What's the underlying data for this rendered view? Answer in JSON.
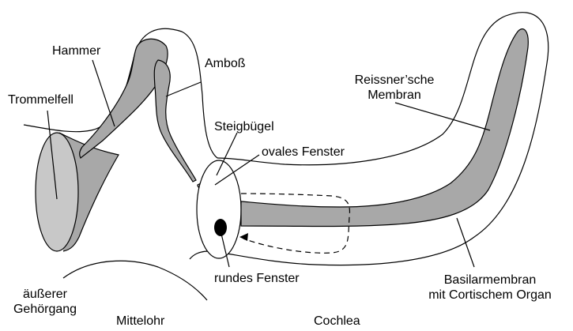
{
  "labels": {
    "hammer": "Hammer",
    "amboss": "Amboß",
    "trommelfell": "Trommelfell",
    "reissner_line1": "Reissner’sche",
    "reissner_line2": "Membran",
    "steigbuegel": "Steigbügel",
    "ovales_fenster": "ovales Fenster",
    "rundes_fenster": "rundes Fenster",
    "aeusserer_line1": "äußerer",
    "aeusserer_line2": "Gehörgang",
    "mittelohr": "Mittelohr",
    "cochlea": "Cochlea",
    "basilar_line1": "Basilarmembran",
    "basilar_line2": "mit Cortischem Organ"
  },
  "colors": {
    "ossicle_gray": "#a8a8a8",
    "drum_gray": "#c8c8c8",
    "round_window": "#000000",
    "outline": "#000000"
  }
}
